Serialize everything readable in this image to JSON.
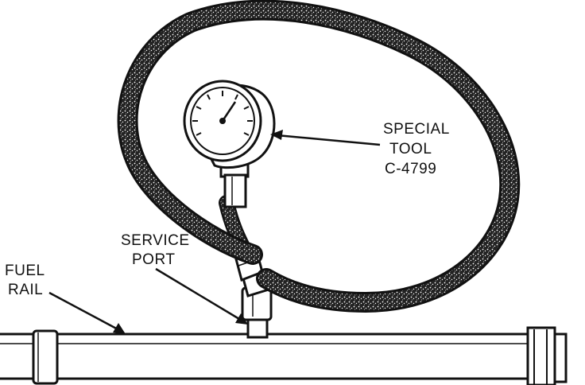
{
  "labels": {
    "special_tool": [
      "SPECIAL",
      "TOOL",
      "C-4799"
    ],
    "service_port": [
      "SERVICE",
      "PORT"
    ],
    "fuel_rail": [
      "FUEL",
      "RAIL"
    ]
  },
  "colors": {
    "ink": "#111111",
    "paper": "#ffffff",
    "hose_texture": "#6a6a6a"
  },
  "icons": {
    "gauge": "pressure-gauge-icon"
  }
}
